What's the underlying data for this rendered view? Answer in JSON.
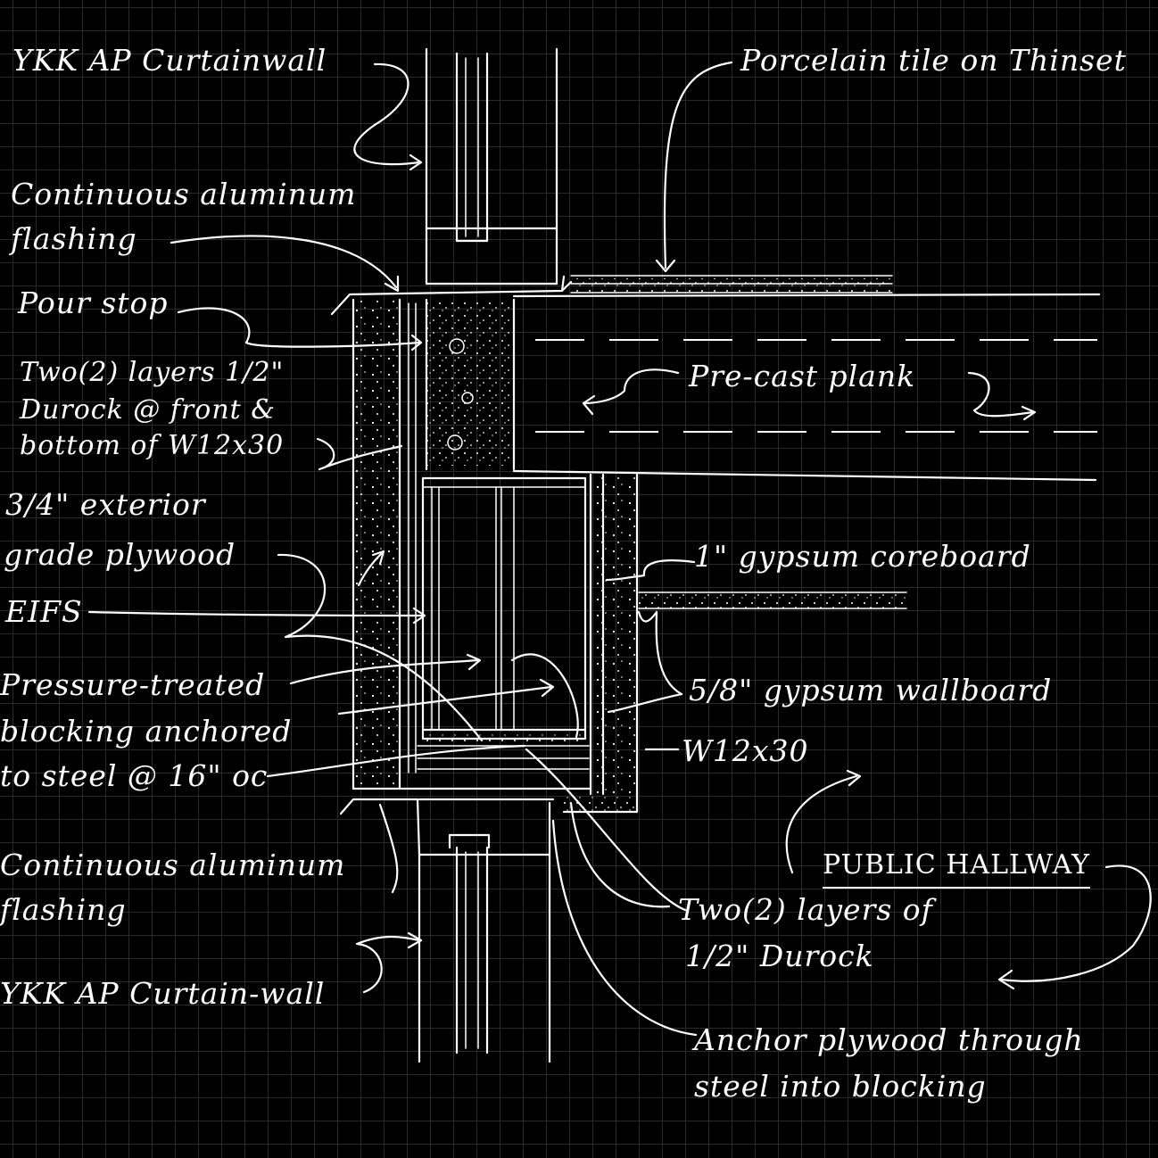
{
  "labels": {
    "curtainwall_top": "YKK AP Curtainwall",
    "porcelain_tile": "Porcelain tile on Thinset",
    "flashing_top_line1": "Continuous aluminum",
    "flashing_top_line2": "flashing",
    "pour_stop": "Pour stop",
    "durock_front_line1": "Two(2) layers 1/2\"",
    "durock_front_line2": "Durock @ front &",
    "durock_front_line3": "bottom of W12x30",
    "plywood_line1": "3/4\" exterior",
    "plywood_line2": "grade plywood",
    "eifs": "EIFS",
    "blocking_line1": "Pressure-treated",
    "blocking_line2": "blocking anchored",
    "blocking_line3": "to steel @ 16\" oc",
    "precast_plank": "Pre-cast plank",
    "coreboard": "1\" gypsum coreboard",
    "wallboard": "5/8\" gypsum wallboard",
    "steel_beam": "W12x30",
    "public_hallway": "PUBLIC HALLWAY",
    "flashing_bottom_line1": "Continuous aluminum",
    "flashing_bottom_line2": "flashing",
    "durock_bottom_line1": "Two(2) layers of",
    "durock_bottom_line2": "1/2\" Durock",
    "curtainwall_bottom": "YKK AP Curtain-wall",
    "anchor_line1": "Anchor plywood through",
    "anchor_line2": "steel into blocking"
  },
  "colors": {
    "background": "#000000",
    "ink": "#ffffff",
    "grid": "#2a2a2a"
  }
}
